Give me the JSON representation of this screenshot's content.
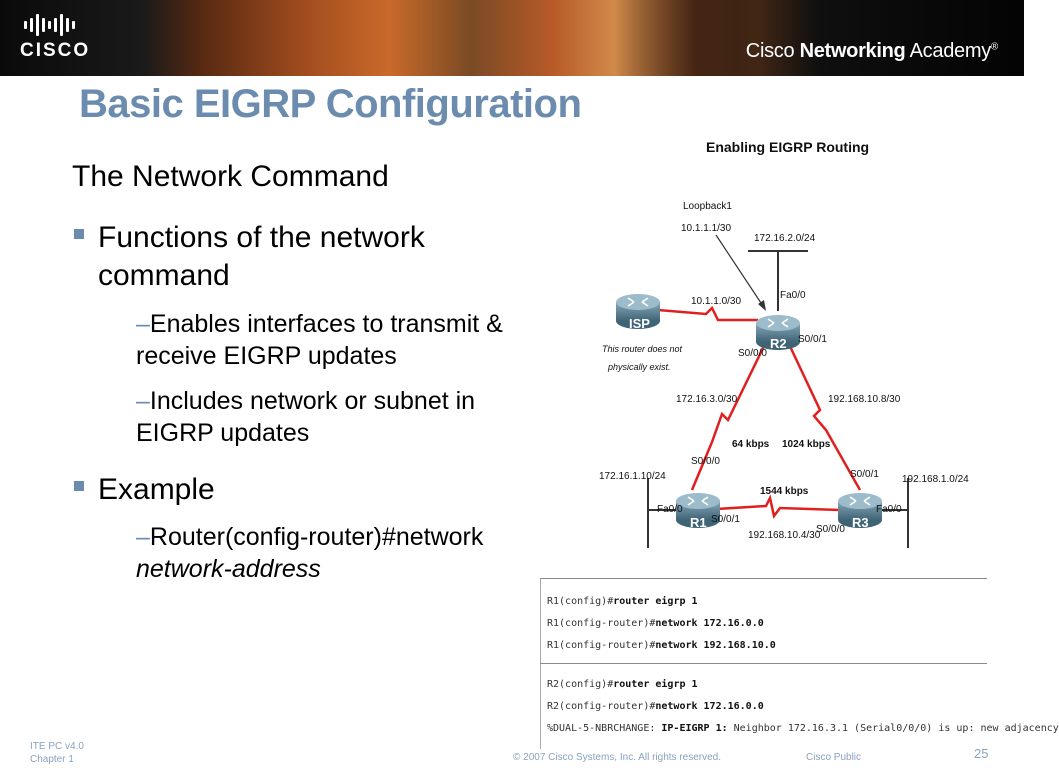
{
  "header": {
    "logo_text": "CISCO",
    "academy_prefix": "Cisco ",
    "academy_bold": "Networking",
    "academy_suffix": " Academy",
    "trademark": "®"
  },
  "slide": {
    "title": "Basic EIGRP Configuration",
    "subtitle": "The Network Command",
    "bullet1": "Functions of the network command",
    "sub1": "Enables interfaces to transmit & receive EIGRP updates",
    "sub2": "Includes network or subnet in EIGRP updates",
    "bullet2": "Example",
    "sub3_plain": "Router(config-router)#network",
    "sub3_italic": "network-address",
    "dash": "–"
  },
  "diagram": {
    "title": "Enabling EIGRP Routing",
    "loopback": "Loopback1",
    "loopback_ip": "10.1.1.1/30",
    "net_top": "172.16.2.0/24",
    "isp_link": "10.1.1.0/30",
    "r2_fa": "Fa0/0",
    "r2_s001": "S0/0/1",
    "r2_s000": "S0/0/0",
    "note_line1": "This router does not",
    "note_line2": "physically exist.",
    "link_left": "172.16.3.0/30",
    "link_right": "192.168.10.8/30",
    "bw_left": "64 kbps",
    "bw_right": "1024 kbps",
    "r1_s000": "S0/0/0",
    "r1_lan": "172.16.1.10/24",
    "r1_fa": "Fa0/0",
    "r1_s001": "S0/0/1",
    "bw_bottom": "1544 kbps",
    "link_bottom": "192.168.10.4/30",
    "r3_s001": "S0/0/1",
    "r3_lan": "192.168.1.0/24",
    "r3_fa": "Fa0/0",
    "r3_s000": "S0/0/0",
    "isp": "ISP",
    "r1": "R1",
    "r2": "R2",
    "r3": "R3"
  },
  "cli1": {
    "l1_prompt": "R1(config)#",
    "l1_cmd": "router eigrp 1",
    "l2_prompt": "R1(config-router)#",
    "l2_cmd": "network 172.16.0.0",
    "l3_prompt": "R1(config-router)#",
    "l3_cmd": "network 192.168.10.0"
  },
  "cli2": {
    "l1_prompt": "R2(config)#",
    "l1_cmd": "router eigrp 1",
    "l2_prompt": "R2(config-router)#",
    "l2_cmd": "network 172.16.0.0",
    "l3_prefix": "%DUAL-5-NBRCHANGE: ",
    "l3_bold": "IP-EIGRP 1:",
    "l3_rest": " Neighbor 172.16.3.1 (Serial0/0/0) is up: new adjacency"
  },
  "footer": {
    "course": "ITE PC v4.0",
    "chapter": "Chapter 1",
    "copyright": "© 2007 Cisco Systems, Inc. All rights reserved.",
    "classification": "Cisco Public",
    "page": "25"
  },
  "colors": {
    "title": "#6b8cae",
    "serial_link": "#e02020",
    "ethernet_link": "#333333",
    "router_body": "#5f8296"
  }
}
